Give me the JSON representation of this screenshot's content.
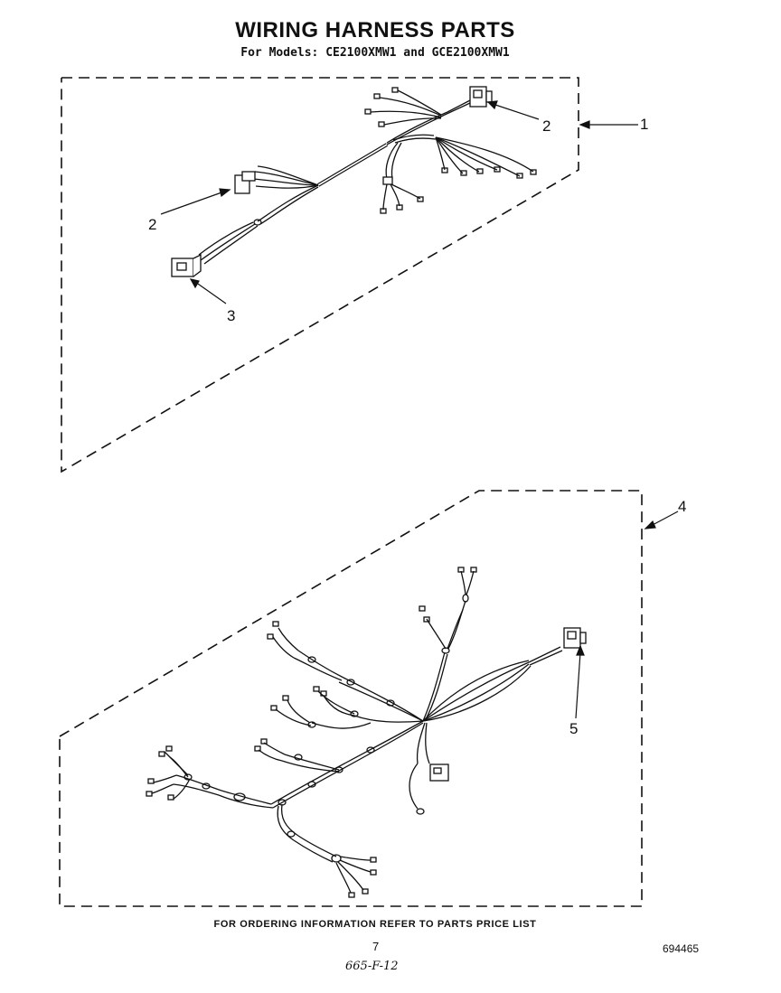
{
  "header": {
    "title": "WIRING HARNESS PARTS",
    "subtitle": "For Models: CE2100XMW1 and GCE2100XMW1"
  },
  "callouts": {
    "c1": "1",
    "c2a": "2",
    "c2b": "2",
    "c3": "3",
    "c4": "4",
    "c5": "5"
  },
  "footer": {
    "ordering_note": "FOR ORDERING INFORMATION REFER TO PARTS PRICE LIST",
    "page_number": "7",
    "document_number": "694465",
    "handwritten_note": "665-F-12"
  }
}
